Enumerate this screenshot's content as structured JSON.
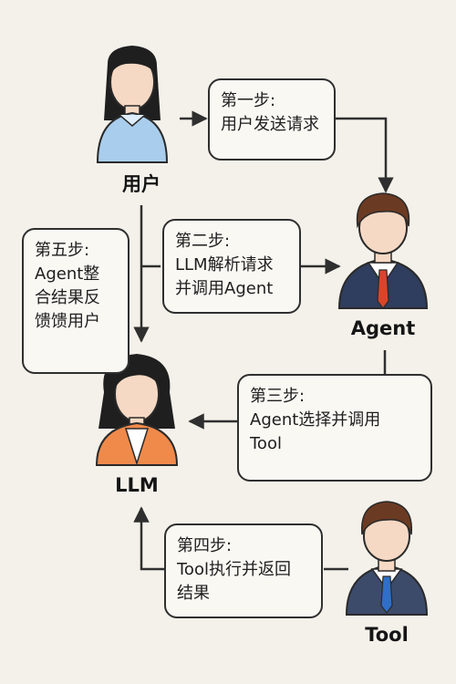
{
  "actors": {
    "user": "用户",
    "agent": "Agent",
    "llm": "LLM",
    "tool": "Tool"
  },
  "steps": [
    {
      "lines": [
        "第一步:",
        "用户发送请求"
      ]
    },
    {
      "lines": [
        "第二步:",
        "LLM解析请求",
        "并调用Agent"
      ]
    },
    {
      "lines": [
        "第三步:",
        "Agent选择并调用",
        "Tool"
      ]
    },
    {
      "lines": [
        "第四步:",
        "Tool执行并返回",
        "结果"
      ]
    },
    {
      "lines": [
        "第五步:",
        "Agent整",
        "合结果反",
        "馈馈用户"
      ]
    }
  ],
  "colors": {
    "background": "#f4f1ea",
    "line": "#2f2f2f",
    "user_shirt": "#a9cdec",
    "llm_jacket": "#f08a4b",
    "agent_suit": "#2f3d5e",
    "agent_tie": "#d9452b",
    "tool_suit": "#3d4b6b",
    "tool_tie": "#2f6fc8"
  }
}
